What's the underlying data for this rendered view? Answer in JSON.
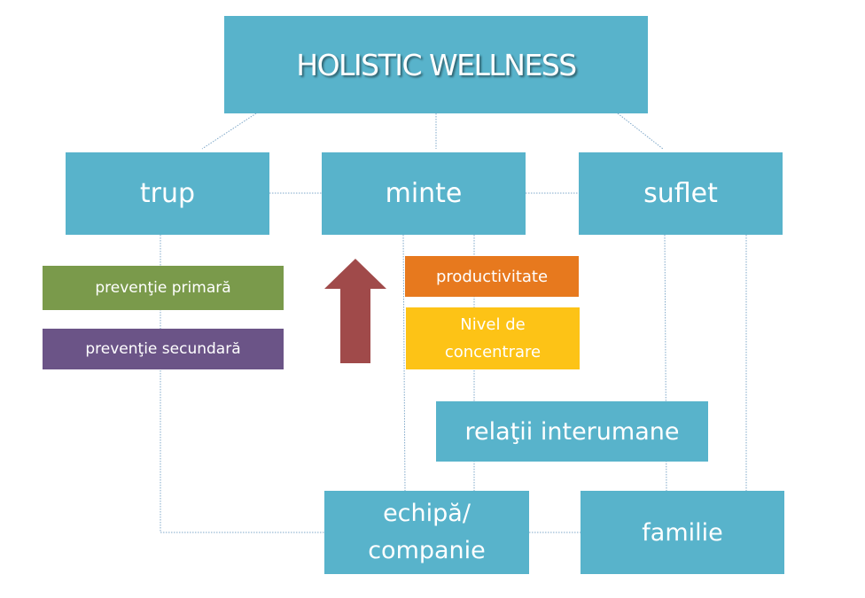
{
  "title": "HOLISTIC WELLNESS",
  "level1": {
    "trup": "trup",
    "minte": "minte",
    "suflet": "suflet"
  },
  "body_tags": {
    "primary": "prevenţie primară",
    "secondary": "prevenţie secundară"
  },
  "mind_tags": {
    "productivity": "productivitate",
    "concentration": "Nivel de concentrare"
  },
  "relations": "relaţii interumane",
  "team": "echipă/ companie",
  "family": "familie",
  "colors": {
    "teal": "#58b3cb",
    "green": "#7a9a4b",
    "purple": "#6b5487",
    "orange": "#e7791e",
    "yellow": "#fdc316",
    "arrow": "#a04a4a",
    "connector": "#7fa8c9"
  },
  "arrow_direction": "up"
}
